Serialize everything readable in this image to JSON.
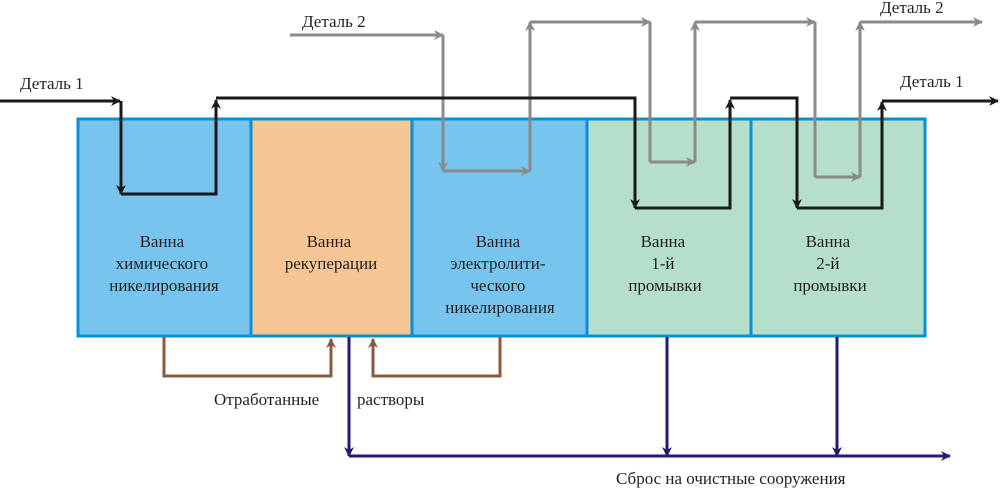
{
  "colors": {
    "tank_blue": "#77c4ef",
    "tank_orange": "#f5c593",
    "tank_green": "#b5dfcb",
    "tank_border": "#0a8fd6",
    "part1_line": "#1a1a1a",
    "part2_line": "#8a8a8a",
    "waste_solution_line": "#8b5a3c",
    "drain_line": "#2a1a6e"
  },
  "labels": {
    "part1_in": "Деталь 1",
    "part1_out": "Деталь 1",
    "part2_in": "Деталь 2",
    "part2_out": "Деталь 2",
    "spent_solutions_a": "Отработанные",
    "spent_solutions_b": "растворы",
    "drain": "Сброс на очистные сооружения"
  },
  "tanks": [
    {
      "lines": [
        "Ванна",
        "химического",
        "никелирования"
      ]
    },
    {
      "lines": [
        "Ванна",
        "рекуперации"
      ]
    },
    {
      "lines": [
        "Ванна",
        "электролити-",
        "ческого",
        "никелирования"
      ]
    },
    {
      "lines": [
        "Ванна",
        "1-й",
        "промывки"
      ]
    },
    {
      "lines": [
        "Ванна",
        "2-й",
        "промывки"
      ]
    }
  ]
}
